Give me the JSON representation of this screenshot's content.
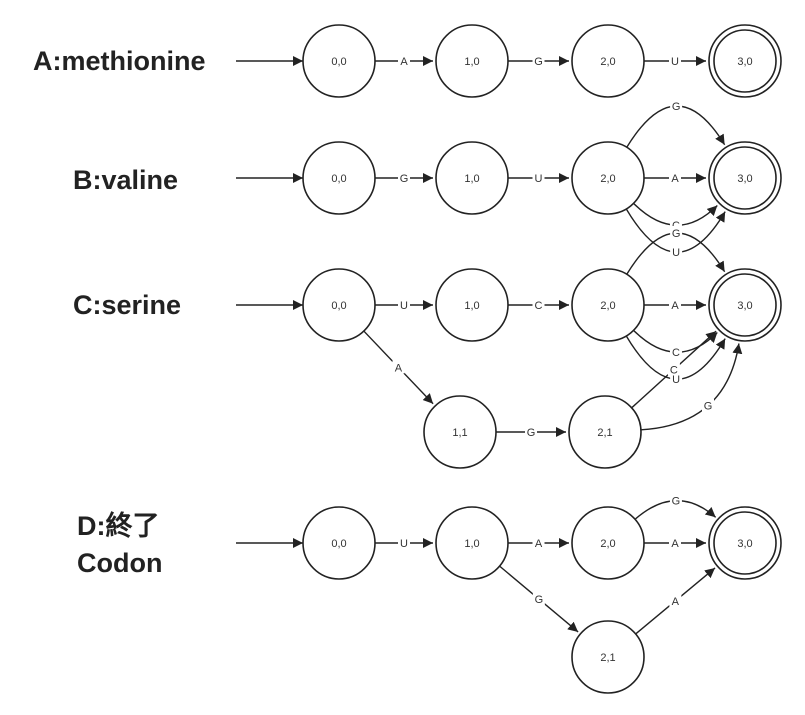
{
  "automata": [
    {
      "title_lines": [
        "A:methionine"
      ],
      "states": [
        {
          "id": "a0",
          "label": "0,0"
        },
        {
          "id": "a1",
          "label": "1,0"
        },
        {
          "id": "a2",
          "label": "2,0"
        },
        {
          "id": "a3",
          "label": "3,0",
          "accepting": true
        }
      ],
      "transitions": [
        {
          "from": "a0",
          "to": "a1",
          "label": "A"
        },
        {
          "from": "a1",
          "to": "a2",
          "label": "G"
        },
        {
          "from": "a2",
          "to": "a3",
          "label": "U"
        }
      ]
    },
    {
      "title_lines": [
        "B:valine"
      ],
      "states": [
        {
          "id": "b0",
          "label": "0,0"
        },
        {
          "id": "b1",
          "label": "1,0"
        },
        {
          "id": "b2",
          "label": "2,0"
        },
        {
          "id": "b3",
          "label": "3,0",
          "accepting": true
        }
      ],
      "transitions": [
        {
          "from": "b0",
          "to": "b1",
          "label": "G"
        },
        {
          "from": "b1",
          "to": "b2",
          "label": "U"
        },
        {
          "from": "b2",
          "to": "b3",
          "label": "G"
        },
        {
          "from": "b2",
          "to": "b3",
          "label": "A"
        },
        {
          "from": "b2",
          "to": "b3",
          "label": "C"
        },
        {
          "from": "b2",
          "to": "b3",
          "label": "U"
        }
      ]
    },
    {
      "title_lines": [
        "C:serine"
      ],
      "states": [
        {
          "id": "c0",
          "label": "0,0"
        },
        {
          "id": "c1",
          "label": "1,0"
        },
        {
          "id": "c2",
          "label": "2,0"
        },
        {
          "id": "c3",
          "label": "3,0",
          "accepting": true
        },
        {
          "id": "c11",
          "label": "1,1"
        },
        {
          "id": "c21",
          "label": "2,1"
        }
      ],
      "transitions": [
        {
          "from": "c0",
          "to": "c1",
          "label": "U"
        },
        {
          "from": "c1",
          "to": "c2",
          "label": "C"
        },
        {
          "from": "c2",
          "to": "c3",
          "label": "G"
        },
        {
          "from": "c2",
          "to": "c3",
          "label": "A"
        },
        {
          "from": "c2",
          "to": "c3",
          "label": "C"
        },
        {
          "from": "c2",
          "to": "c3",
          "label": "U"
        },
        {
          "from": "c0",
          "to": "c11",
          "label": "A"
        },
        {
          "from": "c11",
          "to": "c21",
          "label": "G"
        },
        {
          "from": "c21",
          "to": "c3",
          "label": "C"
        },
        {
          "from": "c21",
          "to": "c3",
          "label": "G"
        }
      ]
    },
    {
      "title_lines": [
        "D:終了",
        "Codon"
      ],
      "states": [
        {
          "id": "d0",
          "label": "0,0"
        },
        {
          "id": "d1",
          "label": "1,0"
        },
        {
          "id": "d2",
          "label": "2,0"
        },
        {
          "id": "d3",
          "label": "3,0",
          "accepting": true
        },
        {
          "id": "d21",
          "label": "2,1"
        }
      ],
      "transitions": [
        {
          "from": "d0",
          "to": "d1",
          "label": "U"
        },
        {
          "from": "d1",
          "to": "d2",
          "label": "A"
        },
        {
          "from": "d2",
          "to": "d3",
          "label": "G"
        },
        {
          "from": "d2",
          "to": "d3",
          "label": "A"
        },
        {
          "from": "d1",
          "to": "d21",
          "label": "G"
        },
        {
          "from": "d21",
          "to": "d3",
          "label": "A"
        }
      ]
    }
  ]
}
